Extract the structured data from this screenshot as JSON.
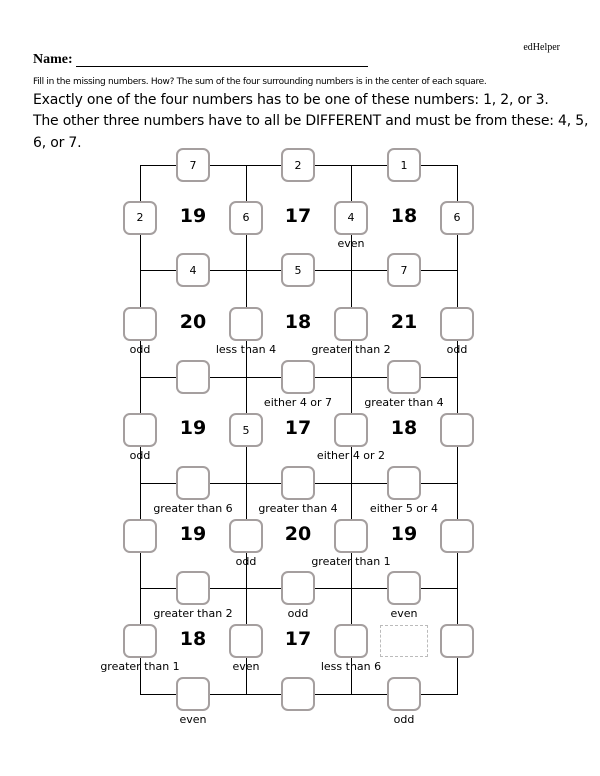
{
  "brand": "edHelper",
  "name_label": "Name:",
  "instructions": [
    "Fill in the missing numbers.  How?  The sum of the four surrounding numbers is in the center of each square.",
    "Exactly one of the four numbers has to be one of these numbers: 1, 2, or 3.",
    "The other three numbers have to all be DIFFERENT and must be from these: 4, 5, 6, or 7."
  ],
  "grid": {
    "h_boxes": [
      [
        "7",
        "2",
        "1"
      ],
      [
        "4",
        "5",
        "7"
      ],
      [
        "",
        "",
        ""
      ],
      [
        "",
        "",
        ""
      ],
      [
        "",
        "",
        ""
      ],
      [
        "",
        "",
        ""
      ]
    ],
    "h_labels": [
      [
        "",
        "",
        ""
      ],
      [
        "",
        "",
        ""
      ],
      [
        "",
        "either 4 or 7",
        "greater than 4"
      ],
      [
        "greater than 6",
        "greater than 4",
        "either 5 or 4"
      ],
      [
        "greater than 2",
        "odd",
        "even"
      ],
      [
        "even",
        "",
        "odd"
      ]
    ],
    "v_boxes": [
      [
        "2",
        "6",
        "4",
        "6"
      ],
      [
        "",
        "",
        "",
        ""
      ],
      [
        "",
        "5",
        "",
        ""
      ],
      [
        "",
        "",
        "",
        ""
      ],
      [
        "",
        "",
        "",
        ""
      ]
    ],
    "v_labels": [
      [
        "",
        "",
        "even",
        ""
      ],
      [
        "odd",
        "less than 4",
        "greater than 2",
        "odd"
      ],
      [
        "odd",
        "",
        "either 4 or 2",
        ""
      ],
      [
        "",
        "odd",
        "greater than 1",
        ""
      ],
      [
        "greater than 1",
        "even",
        "less than 6",
        ""
      ]
    ],
    "sums": [
      [
        "19",
        "17",
        "18"
      ],
      [
        "20",
        "18",
        "21"
      ],
      [
        "19",
        "17",
        "18"
      ],
      [
        "19",
        "20",
        "19"
      ],
      [
        "18",
        "17",
        null
      ]
    ]
  }
}
